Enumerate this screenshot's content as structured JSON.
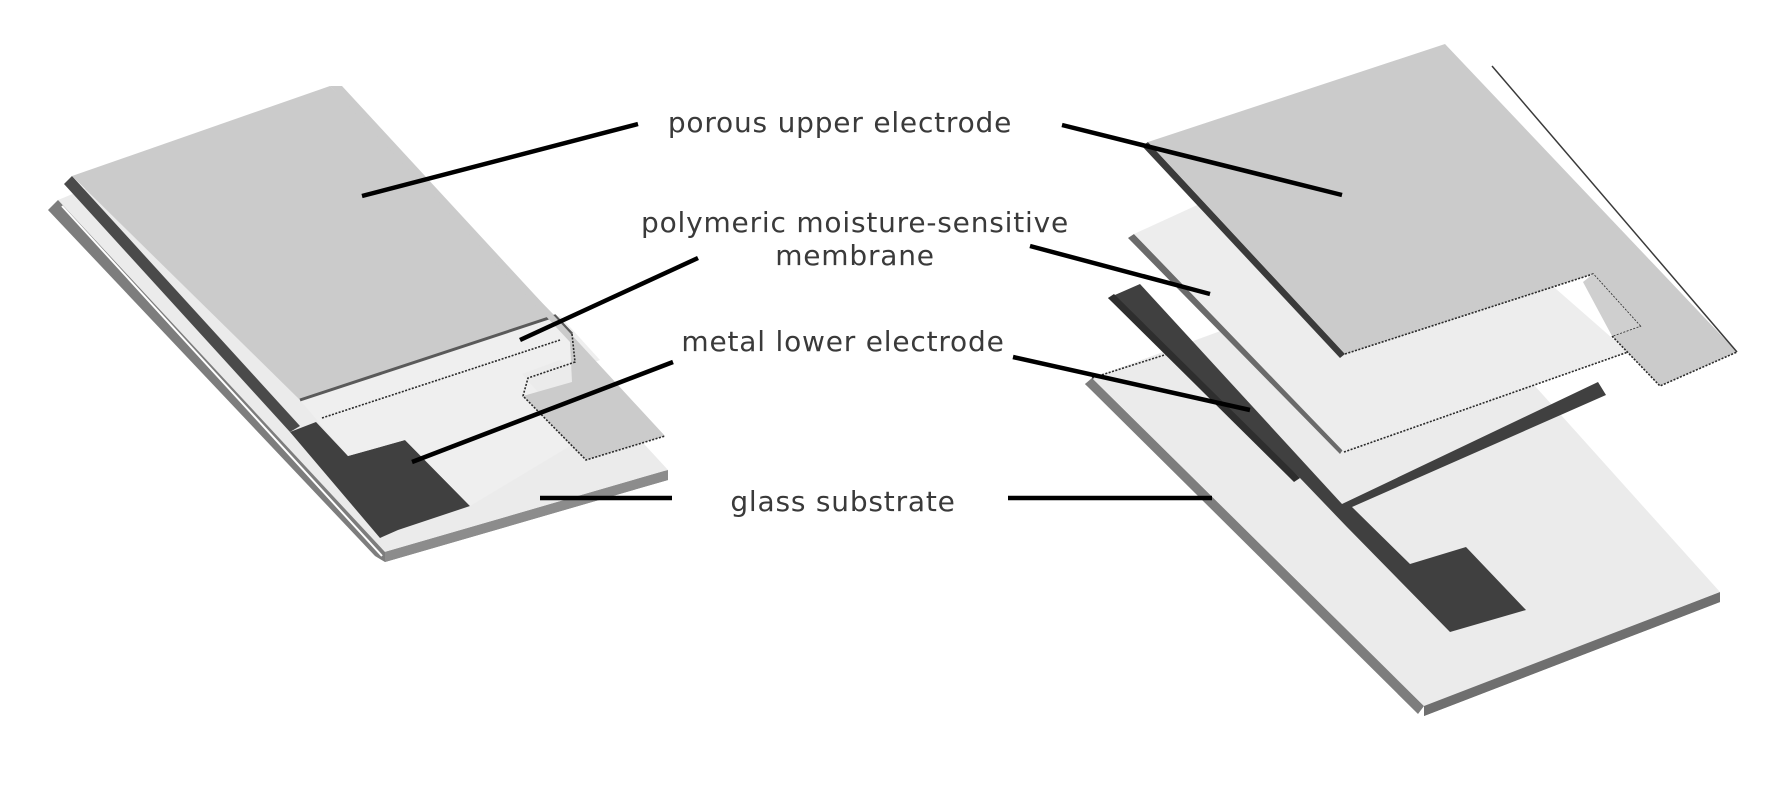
{
  "figure": {
    "subject": "capacitive humidity sensor layer structure (assembled and exploded views)",
    "labels": {
      "upper_electrode": "porous upper electrode",
      "membrane_line1": "polymeric moisture-sensitive",
      "membrane_line2": "membrane",
      "lower_electrode": "metal lower electrode",
      "substrate": "glass substrate"
    },
    "views": {
      "assembled": "assembled-sensor",
      "exploded": "exploded-sensor"
    },
    "colors": {
      "upper_electrode": "#cbcbcb",
      "membrane": "#ececec",
      "lower_electrode": "#404040",
      "substrate_top": "#ebebeb",
      "substrate_edge": "#7a7a7a",
      "leader_line": "#000000",
      "label_text": "#3a3a3a"
    }
  }
}
